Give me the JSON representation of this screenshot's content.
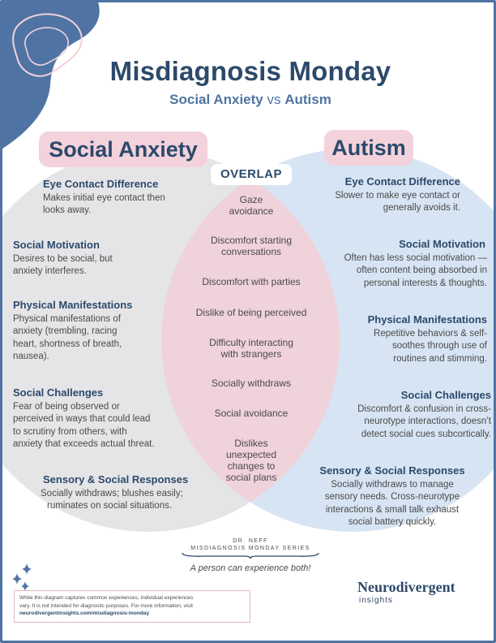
{
  "title": "Misdiagnosis Monday",
  "subtitle": {
    "left": "Social Anxiety",
    "vs": "vs",
    "right": "Autism"
  },
  "colors": {
    "navy": "#2c4a6b",
    "blue": "#4f74a3",
    "pink": "#f3d2dc",
    "left_circle": "#e5e5e8",
    "right_circle": "#d7e4f3",
    "overlap": "#f0d2db"
  },
  "left": {
    "heading": "Social Anxiety",
    "sections": [
      {
        "heading": "Eye Contact Difference",
        "lines": [
          "Makes initial eye contact then",
          "looks away."
        ]
      },
      {
        "heading": "Social Motivation",
        "lines": [
          "Desires to be social, but",
          "anxiety interferes."
        ]
      },
      {
        "heading": "Physical Manifestations",
        "lines": [
          "Physical manifestations of",
          "anxiety (trembling, racing",
          "heart, shortness of breath,",
          "nausea)."
        ]
      },
      {
        "heading": "Social Challenges",
        "lines": [
          "Fear of being observed or",
          "perceived in ways that could lead",
          "to scrutiny from others, with",
          "anxiety that exceeds actual threat."
        ]
      },
      {
        "heading": "Sensory & Social Responses",
        "lines": [
          "Socially withdraws; blushes easily;",
          "ruminates on social situations."
        ]
      }
    ]
  },
  "overlap": {
    "heading": "OVERLAP",
    "items": [
      [
        "Gaze",
        "avoidance"
      ],
      [
        "Discomfort starting",
        "conversations"
      ],
      [
        "Discomfort with parties"
      ],
      [
        "Dislike of being perceived"
      ],
      [
        "Difficulty interacting",
        "with strangers"
      ],
      [
        "Socially withdraws"
      ],
      [
        "Social avoidance"
      ],
      [
        "Dislikes",
        "unexpected",
        "changes to",
        "social plans"
      ]
    ]
  },
  "right": {
    "heading": "Autism",
    "sections": [
      {
        "heading": "Eye Contact Difference",
        "lines": [
          "Slower to make eye contact or",
          "generally avoids it."
        ]
      },
      {
        "heading": "Social Motivation",
        "lines": [
          "Often has less social motivation —",
          "often content being absorbed in",
          "personal interests & thoughts."
        ]
      },
      {
        "heading": "Physical Manifestations",
        "lines": [
          "Repetitive behaviors & self-",
          "soothes through use of",
          "routines and stimming."
        ]
      },
      {
        "heading": "Social Challenges",
        "lines": [
          "Discomfort & confusion in cross-",
          "neurotype interactions, doesn’t",
          "detect social cues subcortically."
        ]
      },
      {
        "heading": "Sensory & Social Responses",
        "lines": [
          "Socially withdraws to manage",
          "sensory needs. Cross-neurotype",
          "interactions & small talk exhaust",
          "social battery quickly."
        ]
      }
    ]
  },
  "credit": {
    "line1": "DR. NEFF",
    "line2": "MISDIAGNOSIS MONDAY SERIES"
  },
  "both_note": "A person can experience both!",
  "disclaimer": {
    "lines": [
      "While this diagram captures common experiences, individual experiences",
      "vary. It is not intended for diagnostic purposes. For more information, visit"
    ],
    "url": "neurodivergentinsights.com/misdiagnosis-monday"
  },
  "brand": {
    "name": "Neurodivergent",
    "tagline": "insights"
  }
}
